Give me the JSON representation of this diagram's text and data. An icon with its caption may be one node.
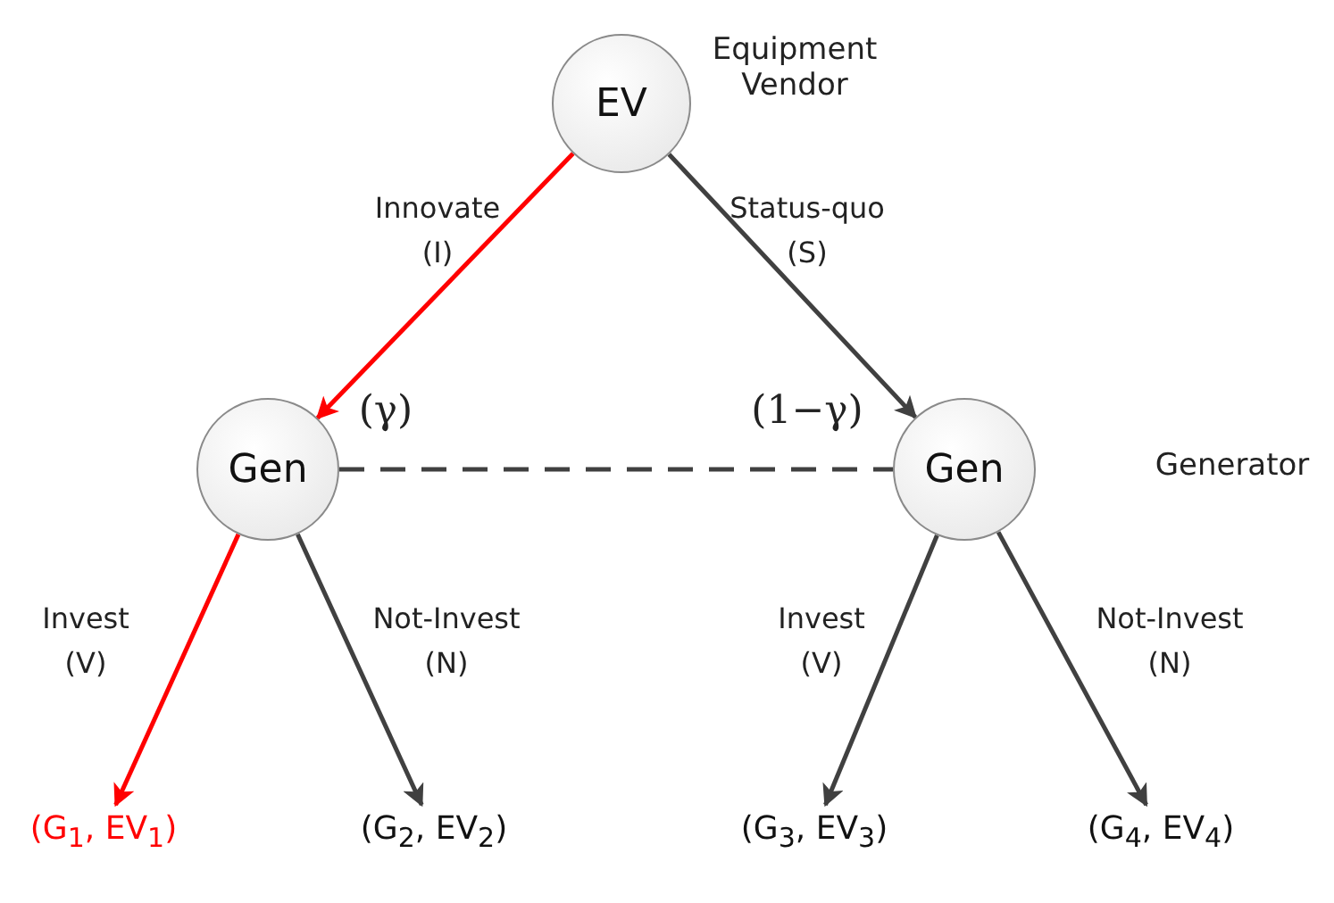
{
  "diagram": {
    "nodes": [
      {
        "text": [
          "EV"
        ],
        "beside": [
          "Equipment Vendor"
        ]
      },
      {
        "text": [
          "Gen"
        ],
        "beside": [
          "(γ)"
        ]
      },
      {
        "text": [
          "Gen"
        ],
        "beside": [
          "(1−γ)",
          "Generator"
        ]
      },
      {
        "text": [
          "(G$_{1}$, EV$_{1}$)"
        ]
      },
      {
        "text": [
          "(G$_{2}$, EV$_{2}$)"
        ]
      },
      {
        "text": [
          "(G$_{3}$, EV$_{3}$)"
        ]
      },
      {
        "text": [
          "(G$_{4}$, EV$_{4}$)"
        ]
      }
    ],
    "edges": [
      {
        "from": 0,
        "to": 1,
        "arrow": "to",
        "label": "Innovate (I)",
        "color": "#ff0000"
      },
      {
        "from": 0,
        "to": 2,
        "arrow": "to",
        "label": "Status-quo (S)"
      },
      {
        "from": 1,
        "to": 2,
        "arrow": "none",
        "style": "dashed"
      },
      {
        "from": 1,
        "to": 3,
        "arrow": "to",
        "label": "Invest (V)",
        "color": "#ff0000"
      },
      {
        "from": 1,
        "to": 4,
        "arrow": "to",
        "label": "Not-Invest (N)"
      },
      {
        "from": 2,
        "to": 5,
        "arrow": "to",
        "label": "Invest (V)"
      },
      {
        "from": 2,
        "to": 6,
        "arrow": "to",
        "label": "Not-Invest (N)"
      }
    ]
  }
}
